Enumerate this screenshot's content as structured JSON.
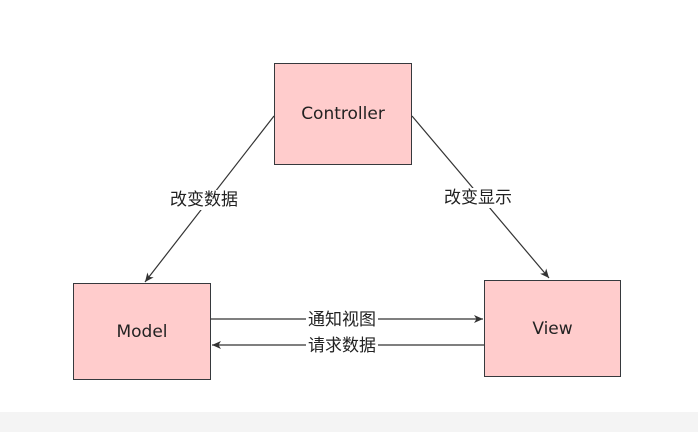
{
  "diagram": {
    "nodes": {
      "controller": "Controller",
      "model": "Model",
      "view": "View"
    },
    "edges": {
      "controller_to_model": "改变数据",
      "controller_to_view": "改变显示",
      "model_to_view": "通知视图",
      "view_to_model": "请求数据"
    },
    "colors": {
      "node_fill": "#ffcccc",
      "node_border": "#36393d",
      "edge": "#333333"
    }
  }
}
